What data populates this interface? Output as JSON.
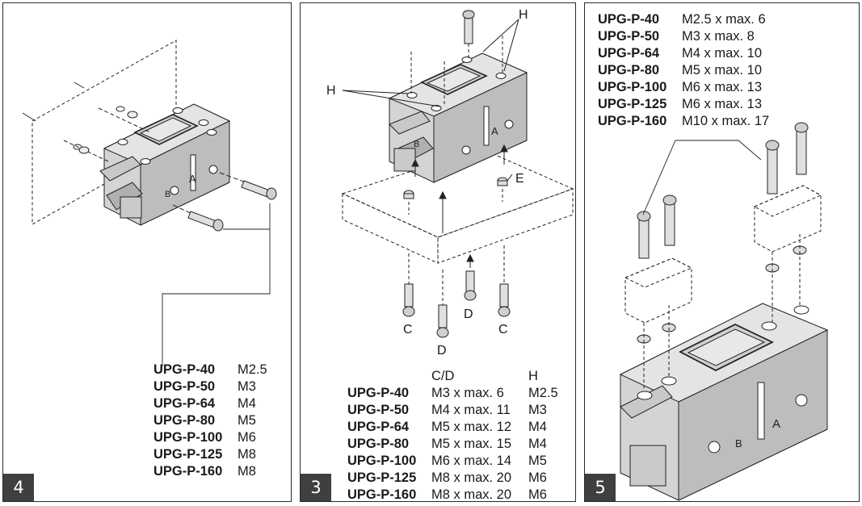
{
  "panels": {
    "step4": {
      "number": "4",
      "specs": [
        {
          "model": "UPG-P-40",
          "value": "M2.5"
        },
        {
          "model": "UPG-P-50",
          "value": "M3"
        },
        {
          "model": "UPG-P-64",
          "value": "M4"
        },
        {
          "model": "UPG-P-80",
          "value": "M5"
        },
        {
          "model": "UPG-P-100",
          "value": "M6"
        },
        {
          "model": "UPG-P-125",
          "value": "M8"
        },
        {
          "model": "UPG-P-160",
          "value": "M8"
        }
      ],
      "labels": {
        "a": "A",
        "b": "B"
      }
    },
    "step3": {
      "number": "3",
      "header": {
        "cd": "C/D",
        "h": "H"
      },
      "specs": [
        {
          "model": "UPG-P-40",
          "cd": "M3 x max. 6",
          "h": "M2.5"
        },
        {
          "model": "UPG-P-50",
          "cd": "M4 x max. 11",
          "h": "M3"
        },
        {
          "model": "UPG-P-64",
          "cd": "M5 x max. 12",
          "h": "M4"
        },
        {
          "model": "UPG-P-80",
          "cd": "M5 x max. 15",
          "h": "M4"
        },
        {
          "model": "UPG-P-100",
          "cd": "M6 x max. 14",
          "h": "M5"
        },
        {
          "model": "UPG-P-125",
          "cd": "M8 x max. 20",
          "h": "M6"
        },
        {
          "model": "UPG-P-160",
          "cd": "M8 x max. 20",
          "h": "M6"
        }
      ],
      "labels": {
        "h1": "H",
        "h2": "H",
        "e": "E",
        "c1": "C",
        "c2": "C",
        "d1": "D",
        "d2": "D",
        "a": "A",
        "b": "B"
      }
    },
    "step5": {
      "number": "5",
      "specs": [
        {
          "model": "UPG-P-40",
          "value": "M2.5 x max. 6"
        },
        {
          "model": "UPG-P-50",
          "value": "M3 x max. 8"
        },
        {
          "model": "UPG-P-64",
          "value": "M4 x max. 10"
        },
        {
          "model": "UPG-P-80",
          "value": "M5 x max. 10"
        },
        {
          "model": "UPG-P-100",
          "value": "M6 x max. 13"
        },
        {
          "model": "UPG-P-125",
          "value": "M6 x max. 13"
        },
        {
          "model": "UPG-P-160",
          "value": "M10 x max. 17"
        }
      ],
      "labels": {
        "a": "A",
        "b": "B"
      }
    }
  },
  "colors": {
    "block": "#d2d2d2",
    "block_dark": "#b4b4b4",
    "block_light": "#e6e6e6",
    "line": "#222222",
    "badge": "#3f3f3f"
  }
}
